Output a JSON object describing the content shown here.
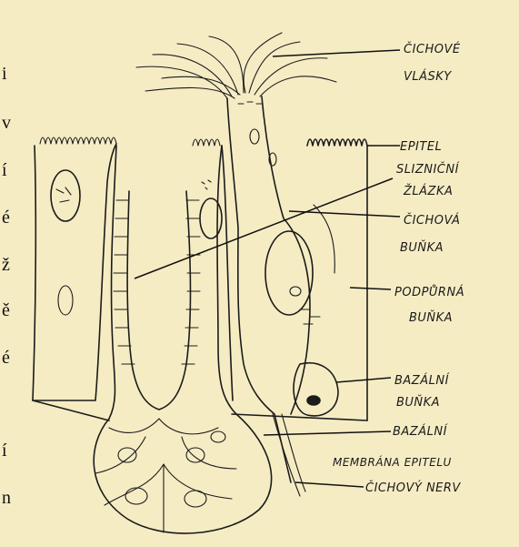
{
  "margin_text": [
    "i",
    "v",
    "í",
    "é",
    "ž",
    "ě",
    "é",
    "í",
    "n"
  ],
  "labels": {
    "cichove_vlasky": [
      "ČICHOVÉ",
      "VLÁSKY"
    ],
    "epitel": "EPITEL",
    "sliznicni_zlazka": [
      "SLIZNIČNÍ",
      "ŽLÁZKA"
    ],
    "cichova_bunka": [
      "ČICHOVÁ",
      "BUŇKA"
    ],
    "podpurna_bunka": [
      "PODPŮRNÁ",
      "BUŇKA"
    ],
    "bazalni_bunka": [
      "BAZÁLNÍ",
      "BUŇKA"
    ],
    "bazalni_membrana": [
      "BAZÁLNÍ",
      "MEMBRÁNA EPITELU"
    ],
    "cichovy_nerv": "ČICHOVÝ NERV"
  }
}
